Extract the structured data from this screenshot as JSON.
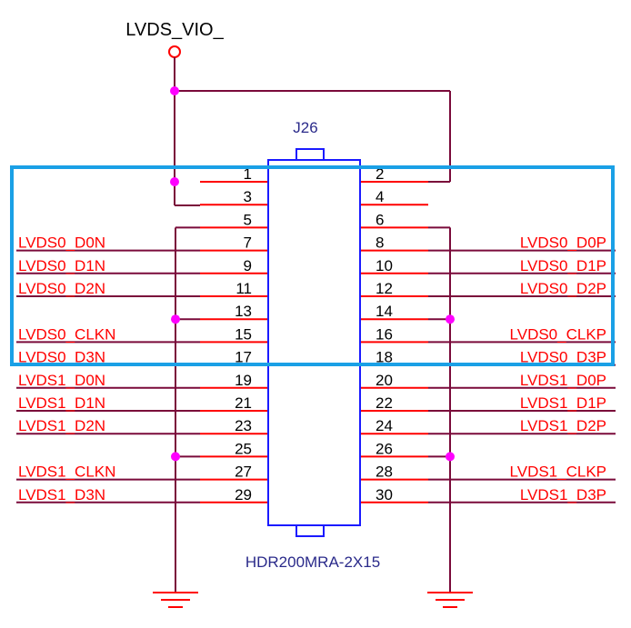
{
  "power_label": "LVDS_VIO_",
  "ref_designator": "J26",
  "part_name": "HDR200MRA-2X15",
  "colors": {
    "wire": "#7a0a3a",
    "pin": "#ff0000",
    "body": "#1a1aff",
    "text_black": "#000000",
    "text_red": "#ff0000",
    "junction": "#ff00ff",
    "highlight": "#1aa0e6"
  },
  "pins": [
    {
      "left": "1",
      "right": "2",
      "net_left": "",
      "net_right": ""
    },
    {
      "left": "3",
      "right": "4",
      "net_left": "",
      "net_right": ""
    },
    {
      "left": "5",
      "right": "6",
      "net_left": "",
      "net_right": ""
    },
    {
      "left": "7",
      "right": "8",
      "net_left": "LVDS0_D0N",
      "net_right": "LVDS0_D0P"
    },
    {
      "left": "9",
      "right": "10",
      "net_left": "LVDS0_D1N",
      "net_right": "LVDS0_D1P"
    },
    {
      "left": "11",
      "right": "12",
      "net_left": "LVDS0_D2N",
      "net_right": "LVDS0_D2P"
    },
    {
      "left": "13",
      "right": "14",
      "net_left": "",
      "net_right": ""
    },
    {
      "left": "15",
      "right": "16",
      "net_left": "LVDS0_CLKN",
      "net_right": "LVDS0_CLKP"
    },
    {
      "left": "17",
      "right": "18",
      "net_left": "LVDS0_D3N",
      "net_right": "LVDS0_D3P"
    },
    {
      "left": "19",
      "right": "20",
      "net_left": "LVDS1_D0N",
      "net_right": "LVDS1_D0P"
    },
    {
      "left": "21",
      "right": "22",
      "net_left": "LVDS1_D1N",
      "net_right": "LVDS1_D1P"
    },
    {
      "left": "23",
      "right": "24",
      "net_left": "LVDS1_D2N",
      "net_right": "LVDS1_D2P"
    },
    {
      "left": "25",
      "right": "26",
      "net_left": "",
      "net_right": ""
    },
    {
      "left": "27",
      "right": "28",
      "net_left": "LVDS1_CLKN",
      "net_right": "LVDS1_CLKP"
    },
    {
      "left": "29",
      "right": "30",
      "net_left": "LVDS1_D3N",
      "net_right": "LVDS1_D3P"
    }
  ]
}
